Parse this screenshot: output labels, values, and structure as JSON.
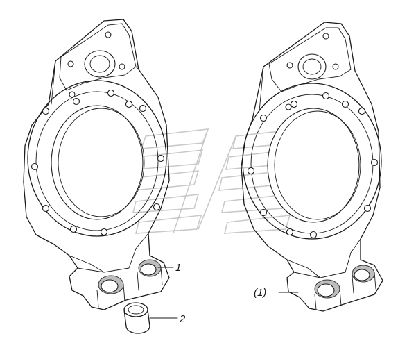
{
  "callouts": {
    "part1": "1",
    "part2": "2",
    "part1_paren": "(1)"
  },
  "colors": {
    "line": "#1a1a1a",
    "watermark": "#c9c9c9",
    "background": "#ffffff"
  }
}
